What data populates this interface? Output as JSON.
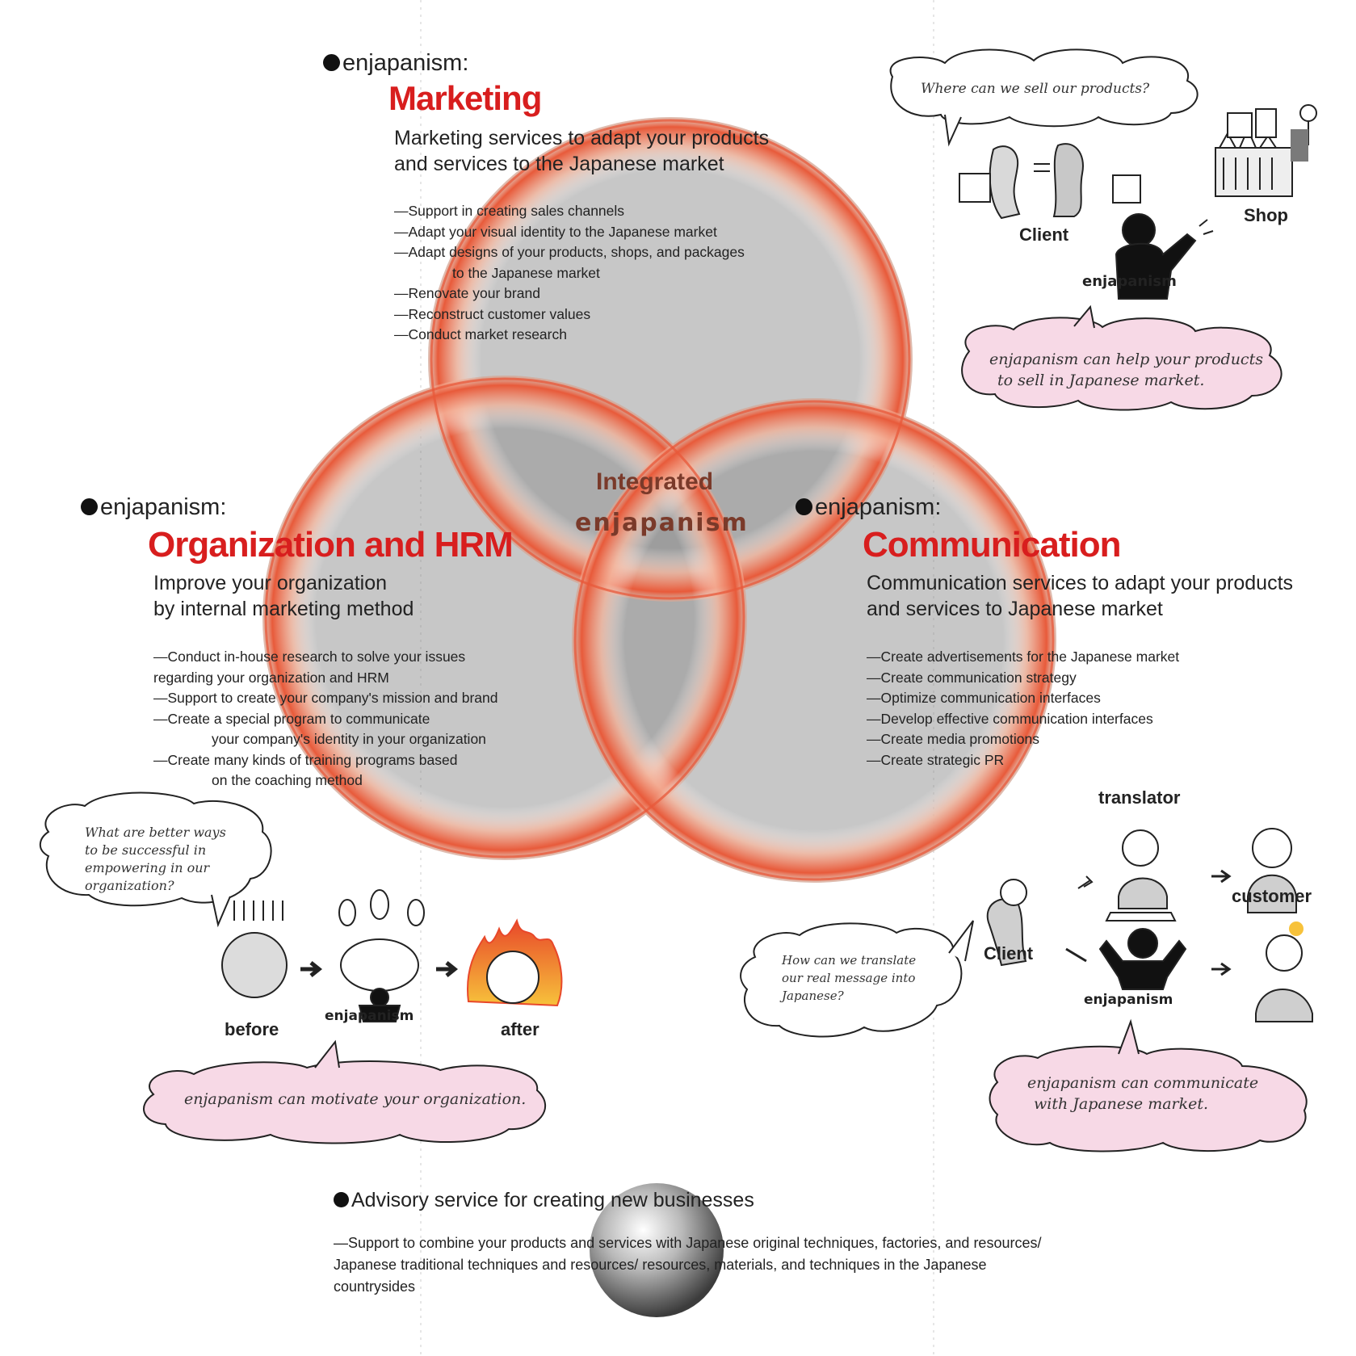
{
  "prefix": "enjapanism:",
  "marketing": {
    "heading": "Marketing",
    "subtitle_lines": [
      "Marketing services to adapt your products",
      "and services to the Japanese market"
    ],
    "items": [
      {
        "text": "Support in creating sales channels",
        "cont": ""
      },
      {
        "text": "Adapt your visual identity to the Japanese market",
        "cont": ""
      },
      {
        "text": "Adapt designs of your products, shops, and packages",
        "cont": "to the Japanese market"
      },
      {
        "text": "Renovate your brand",
        "cont": ""
      },
      {
        "text": "Reconstruct customer values",
        "cont": ""
      },
      {
        "text": "Conduct market research",
        "cont": ""
      }
    ]
  },
  "organization": {
    "heading": "Organization and HRM",
    "subtitle_lines": [
      "Improve your organization",
      "by internal marketing method"
    ],
    "items": [
      {
        "text": "Conduct in-house research to solve your issues",
        "cont": "regarding your organization and HRM"
      },
      {
        "text": "Support to create your company's mission and brand",
        "cont": ""
      },
      {
        "text": "Create a special program to communicate",
        "cont": "your company's identity in your organization"
      },
      {
        "text": "Create many kinds of training programs based",
        "cont": "on the coaching method"
      }
    ]
  },
  "communication": {
    "heading": "Communication",
    "subtitle_lines": [
      "Communication services to adapt your products",
      "and services to Japanese market"
    ],
    "items": [
      {
        "text": "Create advertisements for the Japanese market",
        "cont": ""
      },
      {
        "text": "Create communication strategy",
        "cont": ""
      },
      {
        "text": "Optimize communication interfaces",
        "cont": ""
      },
      {
        "text": "Develop effective communication interfaces",
        "cont": ""
      },
      {
        "text": "Create media promotions",
        "cont": ""
      },
      {
        "text": "Create strategic PR",
        "cont": ""
      }
    ]
  },
  "center": {
    "title": "Integrated",
    "logo": "enjapanism"
  },
  "item_dash": "—",
  "illustration_marketing": {
    "question": "Where can we sell our products?",
    "client_label": "Client",
    "shop_label": "Shop",
    "logo": "enjapanism",
    "answer_lines": [
      "enjapanism can help your products",
      "to sell in Japanese market."
    ]
  },
  "illustration_org": {
    "question_lines": [
      "What are better ways",
      "to be successful in",
      "empowering in our",
      "organization?"
    ],
    "before_label": "before",
    "after_label": "after",
    "logo": "enjapanism",
    "answer": "enjapanism can motivate your organization."
  },
  "illustration_comm": {
    "translator_label": "translator",
    "customer_label": "customer",
    "client_label": "Client",
    "logo": "enjapanism",
    "question_lines": [
      "How can we translate",
      "our real message into",
      "Japanese?"
    ],
    "answer_lines": [
      "enjapanism can communicate",
      "with Japanese market."
    ]
  },
  "advisory": {
    "title": "Advisory service for creating new businesses",
    "text": "Support to combine your products and services with Japanese original techniques, factories, and resources/ Japanese traditional techniques and resources/ resources, materials, and techniques in the Japanese countrysides"
  },
  "colors": {
    "heading_red": "#d81e1e",
    "circle_fill": "#9a9a9a",
    "ring": "#e8583a",
    "bubble_pink": "#f7d9e6"
  }
}
